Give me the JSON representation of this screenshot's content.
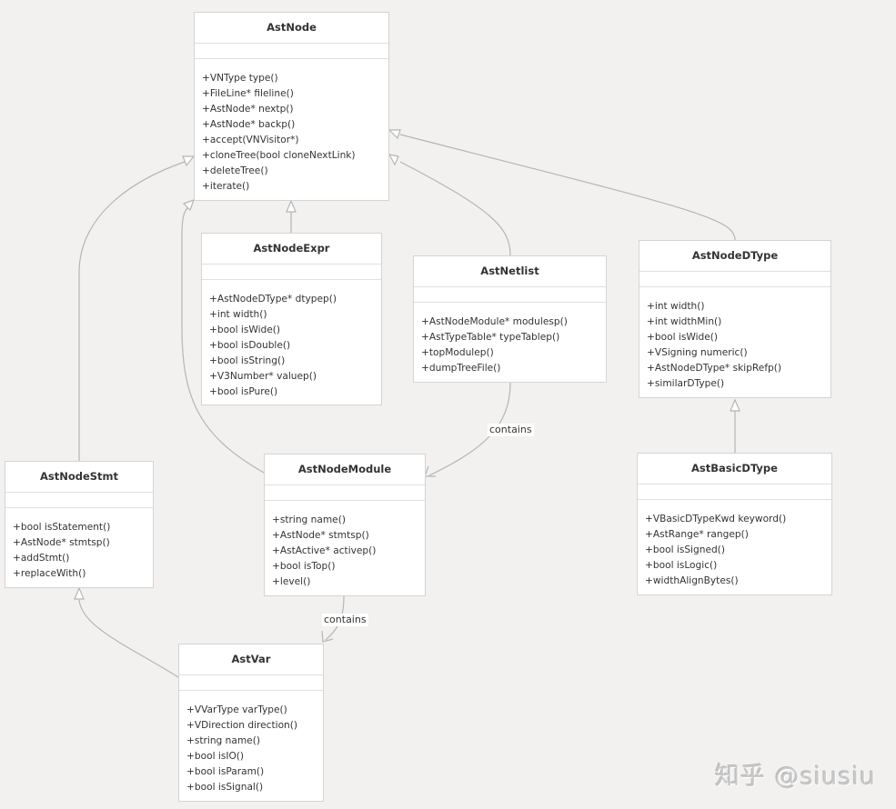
{
  "diagram": {
    "type": "UML class diagram",
    "colors": {
      "background": "#f2f1f0",
      "box_fill": "#ffffff",
      "box_border": "#d4d4d4",
      "line": "#b5b5b5",
      "text": "#333333"
    },
    "classes": {
      "astnode": {
        "name": "AstNode",
        "methods": [
          "+VNType type()",
          "+FileLine* fileline()",
          "+AstNode* nextp()",
          "+AstNode* backp()",
          "+accept(VNVisitor*)",
          "+cloneTree(bool cloneNextLink)",
          "+deleteTree()",
          "+iterate()"
        ]
      },
      "astnodeexpr": {
        "name": "AstNodeExpr",
        "methods": [
          "+AstNodeDType* dtypep()",
          "+int width()",
          "+bool isWide()",
          "+bool isDouble()",
          "+bool isString()",
          "+V3Number* valuep()",
          "+bool isPure()"
        ]
      },
      "astnetlist": {
        "name": "AstNetlist",
        "methods": [
          "+AstNodeModule* modulesp()",
          "+AstTypeTable* typeTablep()",
          "+topModulep()",
          "+dumpTreeFile()"
        ]
      },
      "astnodedtype": {
        "name": "AstNodeDType",
        "methods": [
          "+int width()",
          "+int widthMin()",
          "+bool isWide()",
          "+VSigning numeric()",
          "+AstNodeDType* skipRefp()",
          "+similarDType()"
        ]
      },
      "astnodestmt": {
        "name": "AstNodeStmt",
        "methods": [
          "+bool isStatement()",
          "+AstNode* stmtsp()",
          "+addStmt()",
          "+replaceWith()"
        ]
      },
      "astnodemodule": {
        "name": "AstNodeModule",
        "methods": [
          "+string name()",
          "+AstNode* stmtsp()",
          "+AstActive* activep()",
          "+bool isTop()",
          "+level()"
        ]
      },
      "astbasicdtype": {
        "name": "AstBasicDType",
        "methods": [
          "+VBasicDTypeKwd keyword()",
          "+AstRange* rangep()",
          "+bool isSigned()",
          "+bool isLogic()",
          "+widthAlignBytes()"
        ]
      },
      "astvar": {
        "name": "AstVar",
        "methods": [
          "+VVarType varType()",
          "+VDirection direction()",
          "+string name()",
          "+bool isIO()",
          "+bool isParam()",
          "+bool isSignal()"
        ]
      }
    },
    "relations": [
      {
        "from": "AstNodeExpr",
        "to": "AstNode",
        "kind": "inheritance"
      },
      {
        "from": "AstNetlist",
        "to": "AstNode",
        "kind": "inheritance"
      },
      {
        "from": "AstNodeDType",
        "to": "AstNode",
        "kind": "inheritance"
      },
      {
        "from": "AstNodeStmt",
        "to": "AstNode",
        "kind": "inheritance"
      },
      {
        "from": "AstNodeModule",
        "to": "AstNode",
        "kind": "inheritance"
      },
      {
        "from": "AstBasicDType",
        "to": "AstNodeDType",
        "kind": "inheritance"
      },
      {
        "from": "AstVar",
        "to": "AstNodeStmt",
        "kind": "inheritance"
      },
      {
        "from": "AstNetlist",
        "to": "AstNodeModule",
        "kind": "association",
        "label": "contains"
      },
      {
        "from": "AstNodeModule",
        "to": "AstVar",
        "kind": "association",
        "label": "contains"
      }
    ],
    "edge_labels": {
      "netlist_module": "contains",
      "module_var": "contains"
    }
  },
  "watermark": "知乎 @siusiu"
}
